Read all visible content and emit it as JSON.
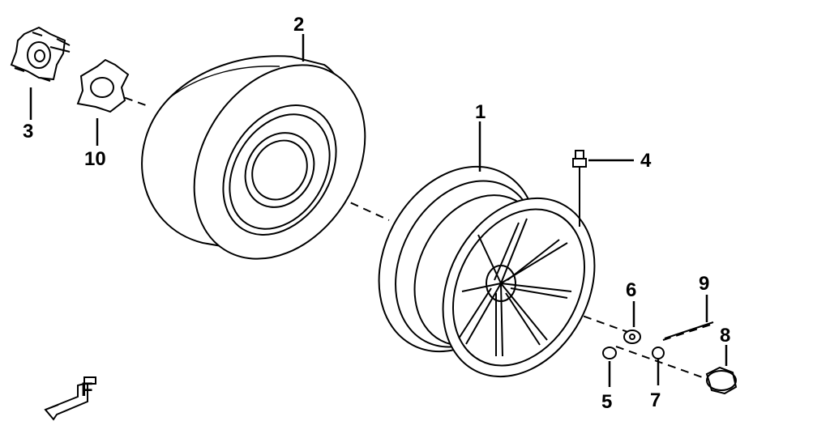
{
  "diagram": {
    "callouts": [
      {
        "id": "1",
        "text": "1"
      },
      {
        "id": "2",
        "text": "2"
      },
      {
        "id": "3",
        "text": "3"
      },
      {
        "id": "4",
        "text": "4"
      },
      {
        "id": "5",
        "text": "5"
      },
      {
        "id": "6",
        "text": "6"
      },
      {
        "id": "7",
        "text": "7"
      },
      {
        "id": "8",
        "text": "8"
      },
      {
        "id": "9",
        "text": "9"
      },
      {
        "id": "10",
        "text": "10"
      }
    ],
    "front_marker": "F",
    "colors": {
      "line": "#000000",
      "background": "#ffffff"
    }
  }
}
